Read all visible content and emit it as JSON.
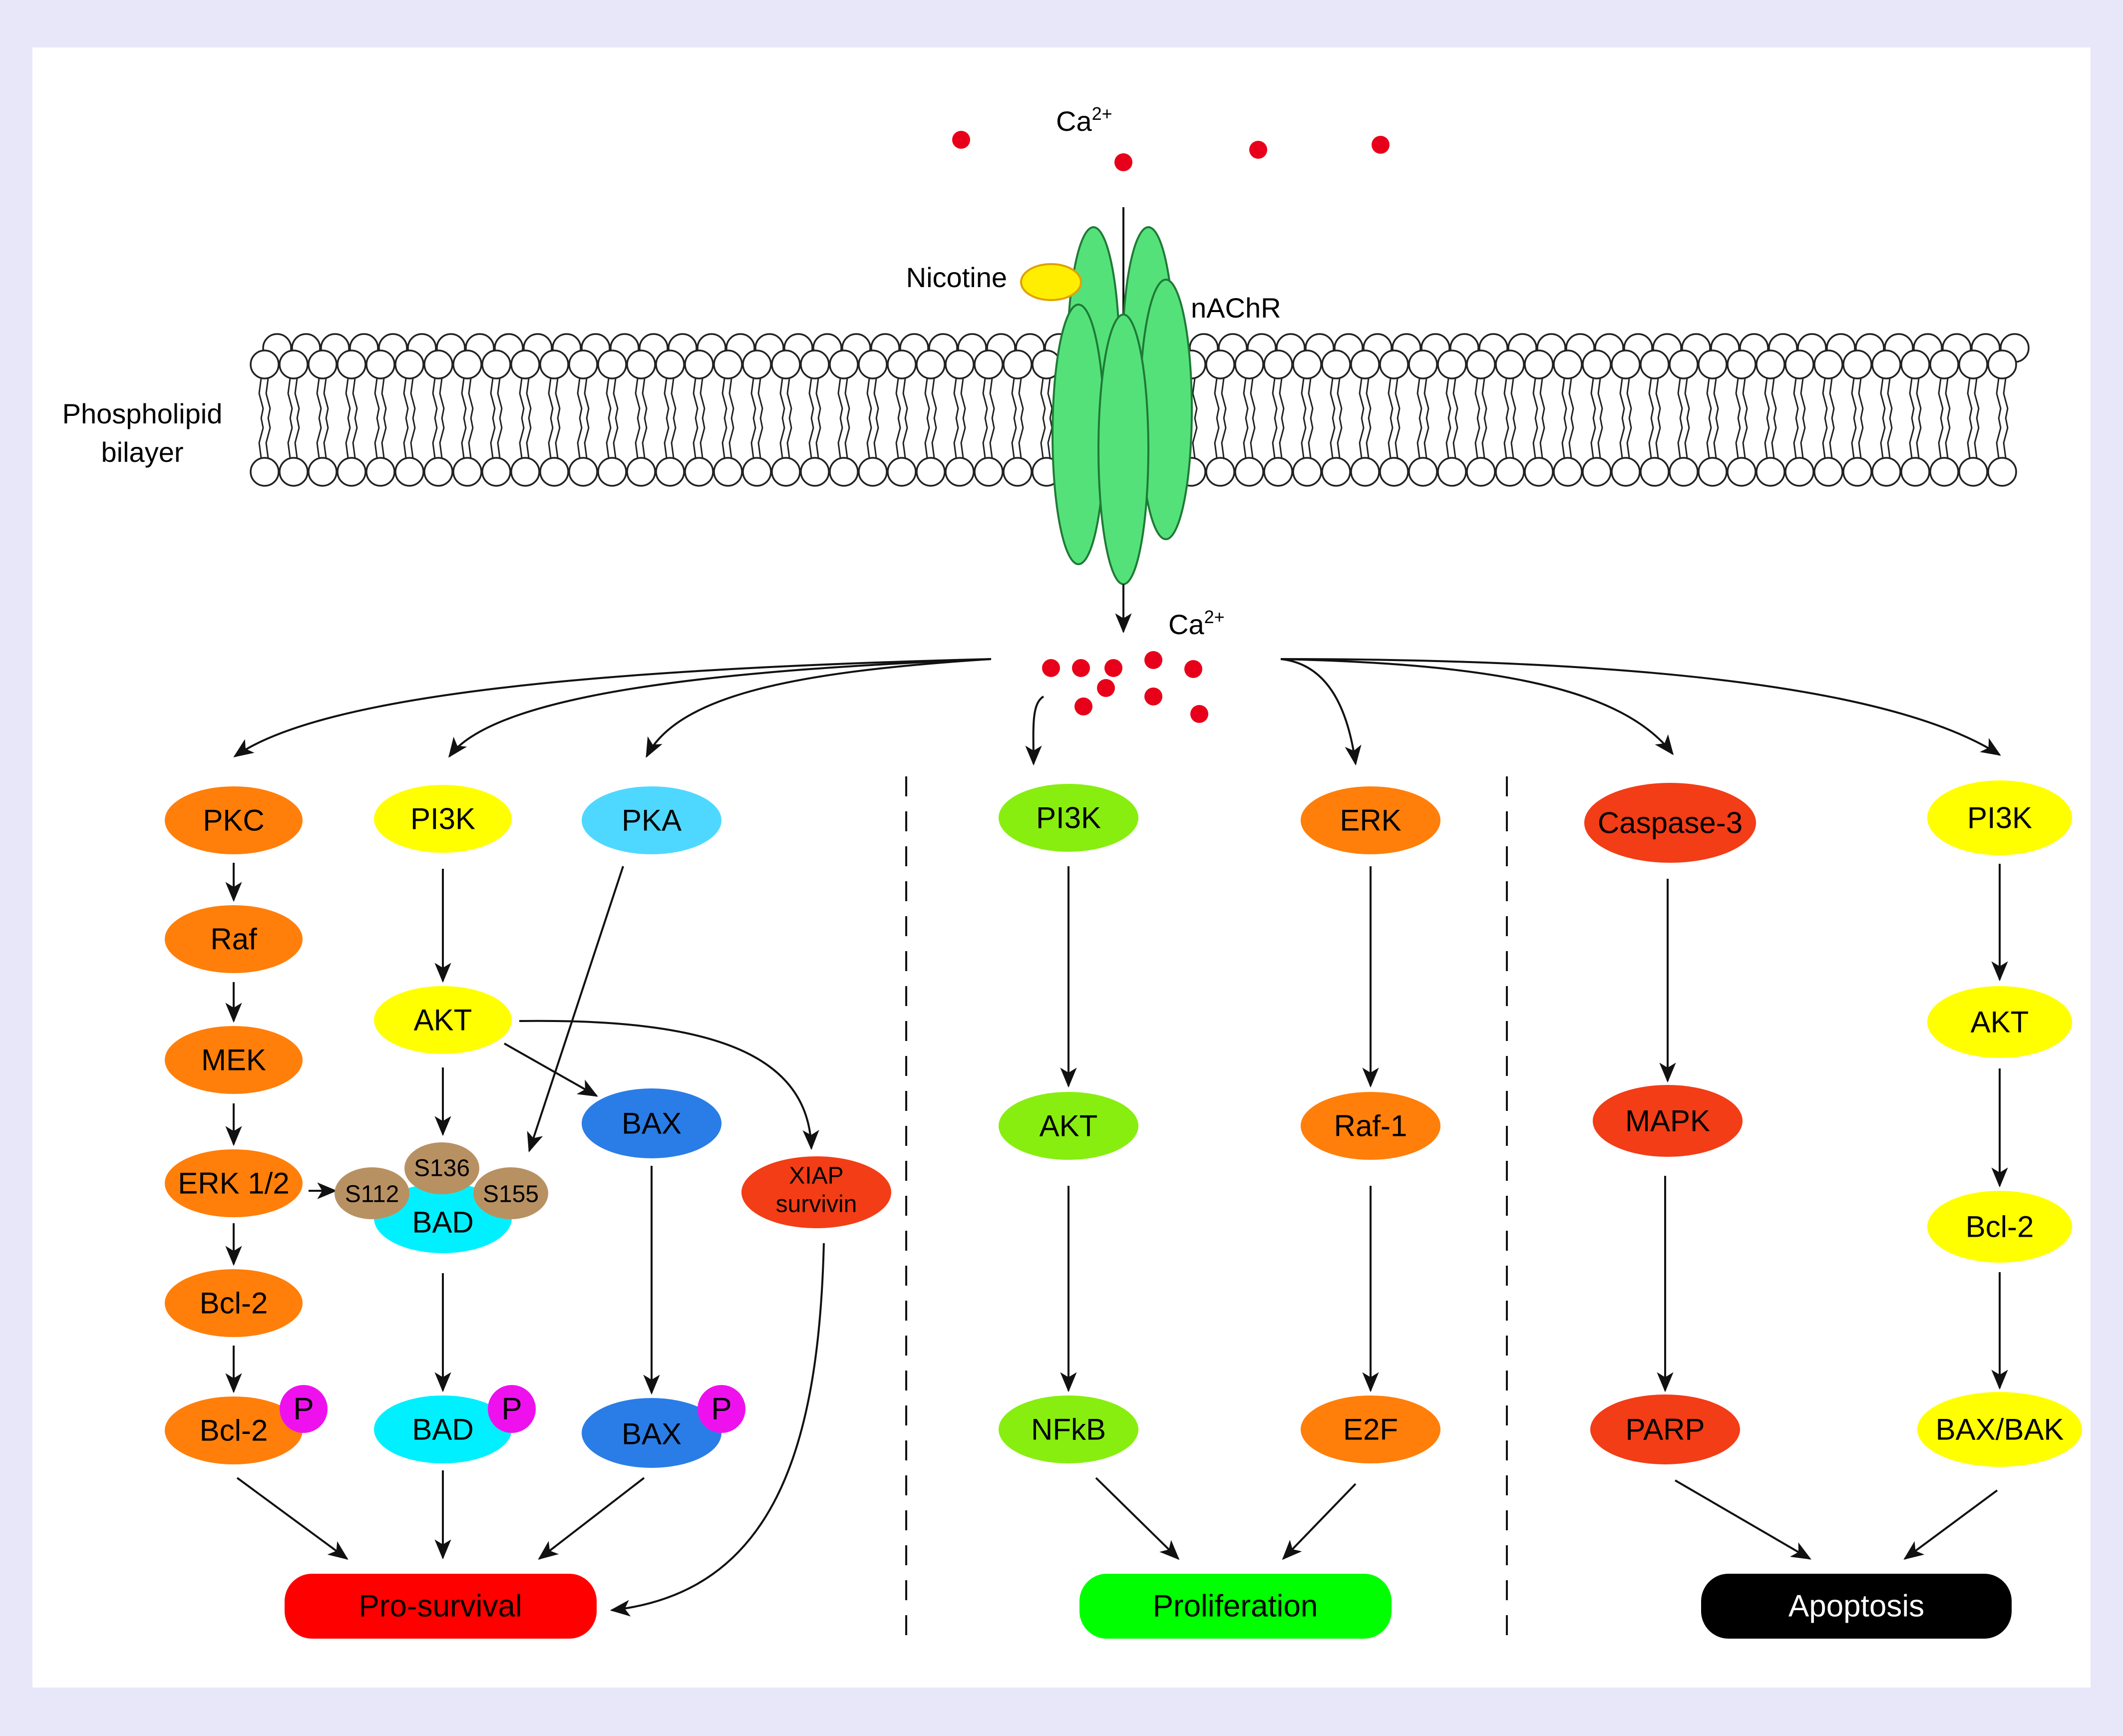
{
  "membrane": {
    "label_line1": "Phospholipid",
    "label_line2": "bilayer"
  },
  "receptor": {
    "label": "nAChR",
    "ligand_label": "Nicotine"
  },
  "ions": {
    "outside_label_base": "Ca",
    "outside_label_sup": "2+",
    "inside_label_base": "Ca",
    "inside_label_sup": "2+"
  },
  "phospho_label": "P",
  "bad_sites": [
    "S112",
    "S136",
    "S155"
  ],
  "pathways": {
    "pro_survival": {
      "col1": [
        "PKC",
        "Raf",
        "MEK",
        "ERK 1/2",
        "Bcl-2",
        "Bcl-2"
      ],
      "col2": [
        "PI3K",
        "AKT",
        "BAD",
        "BAD"
      ],
      "col3": [
        "PKA",
        "BAX",
        "BAX"
      ],
      "col4_line1": "XIAP",
      "col4_line2": "survivin"
    },
    "proliferation": {
      "col1": [
        "PI3K",
        "AKT",
        "NFkB"
      ],
      "col2": [
        "ERK",
        "Raf-1",
        "E2F"
      ]
    },
    "apoptosis": {
      "col1": [
        "Caspase-3",
        "MAPK",
        "PARP"
      ],
      "col2": [
        "PI3K",
        "AKT",
        "Bcl-2",
        "BAX/BAK"
      ]
    }
  },
  "outcomes": {
    "pro_survival": "Pro-survival",
    "proliferation": "Proliferation",
    "apoptosis": "Apoptosis"
  },
  "colors": {
    "background": "#e8e6f9",
    "panel": "#ffffff",
    "receptor": "#55e17a",
    "calcium": "#e8001a",
    "orange": "#ff7f0a",
    "yellow": "#ffff00",
    "light_blue": "#4fd8ff",
    "cyan": "#00f0ff",
    "blue": "#2a7de6",
    "red_orange": "#f23d17",
    "lime": "#88ee10",
    "magenta": "#ee11ee",
    "brown": "#b89163",
    "pro_survival": "#ff0000",
    "proliferation": "#00ff00",
    "apoptosis": "#000000"
  }
}
